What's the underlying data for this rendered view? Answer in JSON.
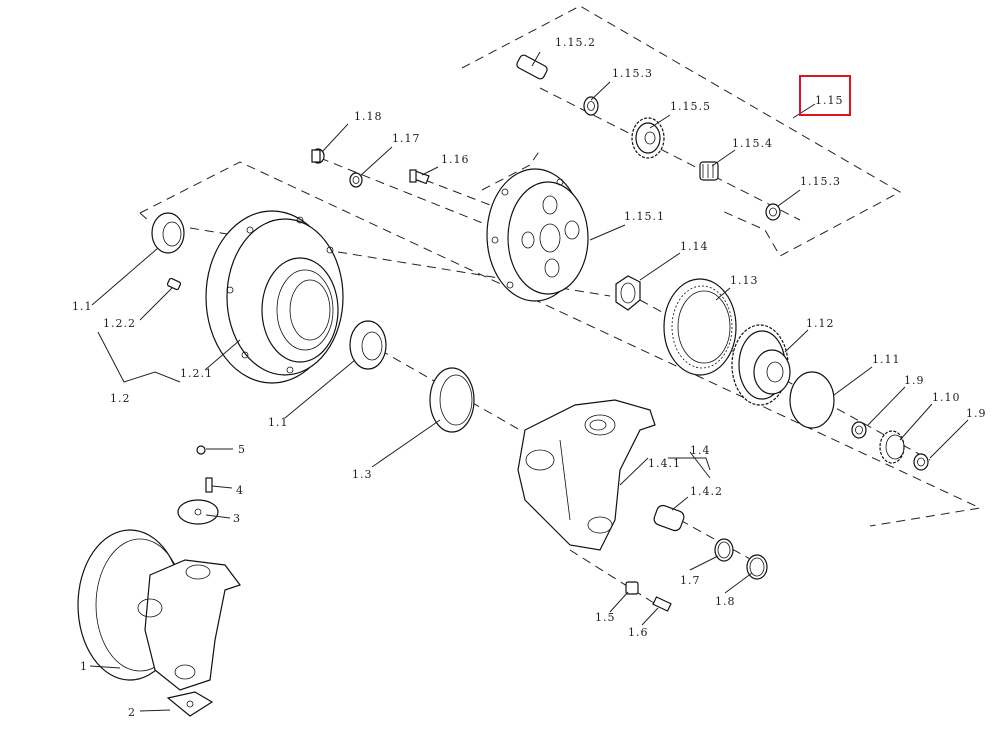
{
  "highlight": {
    "label": "1.15",
    "color": "#e0141e"
  },
  "labels": {
    "l1_15_2": "1.15.2",
    "l1_15_3a": "1.15.3",
    "l1_15_5": "1.15.5",
    "l1_15_4": "1.15.4",
    "l1_15_3b": "1.15.3",
    "l1_15": "1.15",
    "l1_18": "1.18",
    "l1_17": "1.17",
    "l1_16": "1.16",
    "l1_15_1": "1.15.1",
    "l1_14": "1.14",
    "l1_13": "1.13",
    "l1_12": "1.12",
    "l1_11": "1.11",
    "l1_9a": "1.9",
    "l1_10": "1.10",
    "l1_9b": "1.9",
    "l1_1a": "1.1",
    "l1_2_2": "1.2.2",
    "l1_2_1": "1.2.1",
    "l1_2": "1.2",
    "l1_1b": "1.1",
    "l1_3": "1.3",
    "l1_4": "1.4",
    "l1_4_1": "1.4.1",
    "l1_4_2": "1.4.2",
    "l1_7": "1.7",
    "l1_8": "1.8",
    "l1_5": "1.5",
    "l1_6": "1.6",
    "l5": "5",
    "l4": "4",
    "l3": "3",
    "l2": "2",
    "l1": "1"
  }
}
